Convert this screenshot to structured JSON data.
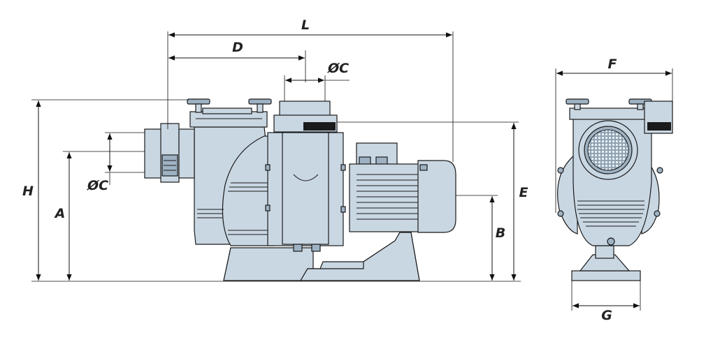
{
  "colors": {
    "body_fill": "#c9d7e3",
    "body_shade": "#9eb2c3",
    "outline": "#1a1a1a",
    "background": "#ffffff"
  },
  "dimensions": {
    "L": "L",
    "D": "D",
    "C_top": "ØC",
    "C_side": "ØC",
    "H": "H",
    "A": "A",
    "B": "B",
    "E": "E",
    "F": "F",
    "G": "G"
  }
}
